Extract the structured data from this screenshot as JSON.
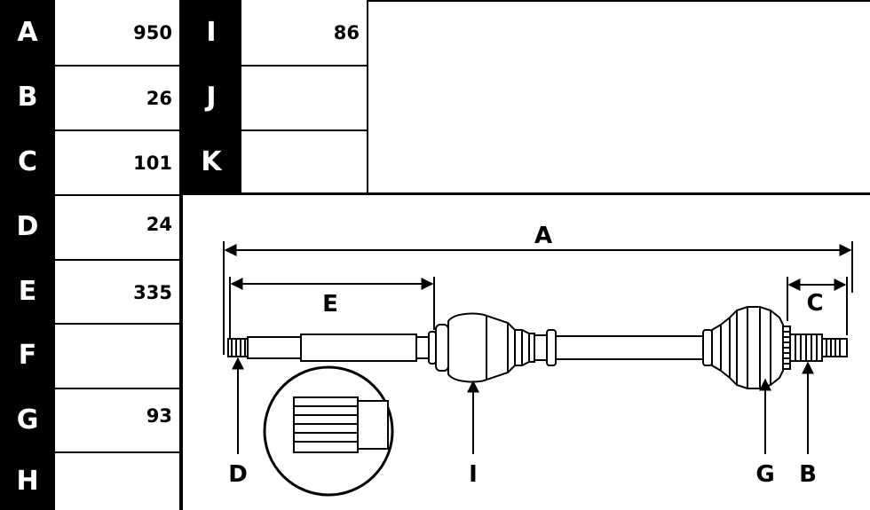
{
  "table_left": [
    {
      "label": "A",
      "value": "950"
    },
    {
      "label": "B",
      "value": "26"
    },
    {
      "label": "C",
      "value": "101"
    },
    {
      "label": "D",
      "value": "24"
    },
    {
      "label": "E",
      "value": "335"
    },
    {
      "label": "F",
      "value": ""
    },
    {
      "label": "G",
      "value": "93"
    },
    {
      "label": "H",
      "value": ""
    }
  ],
  "table_right": [
    {
      "label": "I",
      "value": "86"
    },
    {
      "label": "J",
      "value": ""
    },
    {
      "label": "K",
      "value": ""
    }
  ],
  "drawing": {
    "dim_a": "A",
    "dim_c": "C",
    "dim_e": "E",
    "callout_d": "D",
    "callout_i": "I",
    "callout_g": "G",
    "callout_b": "B"
  }
}
